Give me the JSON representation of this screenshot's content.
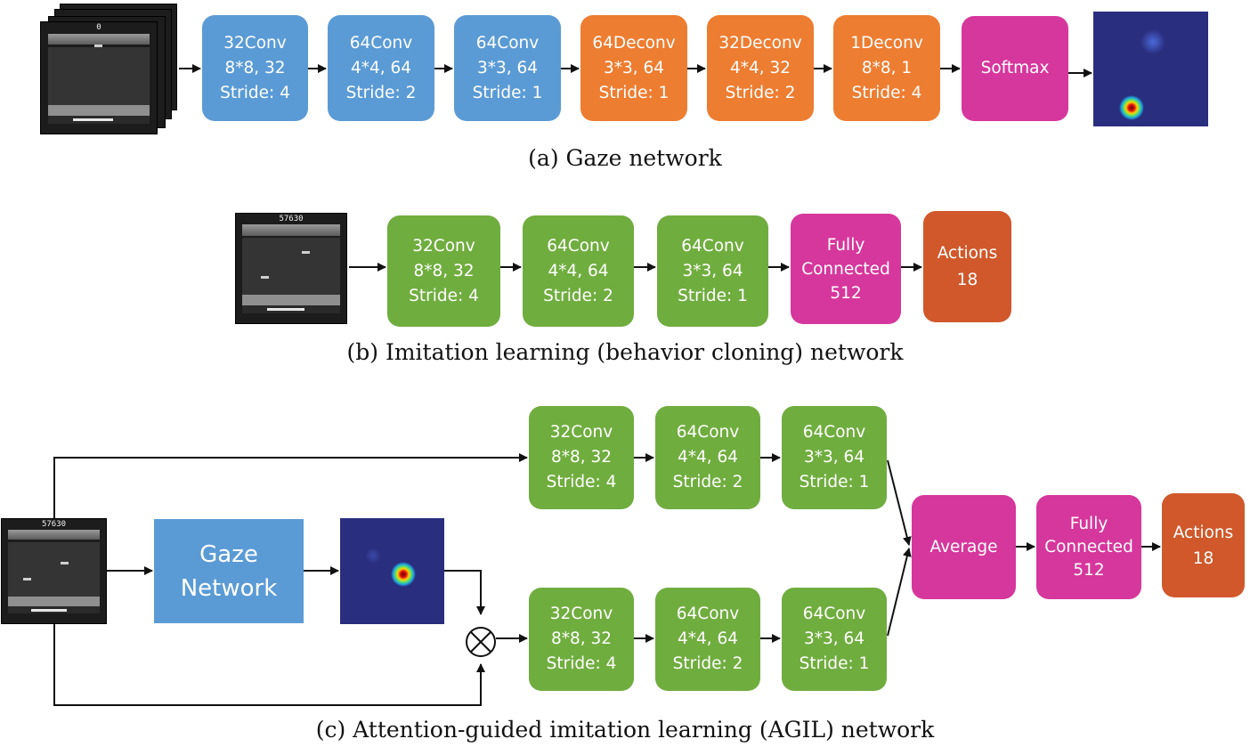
{
  "gaze_network": {
    "blocks": [
      {
        "l1": "32Conv",
        "l2": "8*8, 32",
        "l3": "Stride: 4"
      },
      {
        "l1": "64Conv",
        "l2": "4*4, 64",
        "l3": "Stride: 2"
      },
      {
        "l1": "64Conv",
        "l2": "3*3, 64",
        "l3": "Stride: 1"
      },
      {
        "l1": "64Deconv",
        "l2": "3*3, 64",
        "l3": "Stride: 1"
      },
      {
        "l1": "32Deconv",
        "l2": "4*4, 32",
        "l3": "Stride: 2"
      },
      {
        "l1": "1Deconv",
        "l2": "8*8, 1",
        "l3": "Stride: 4"
      }
    ],
    "softmax": "Softmax",
    "score": "0",
    "caption": "(a) Gaze network"
  },
  "imitation_network": {
    "blocks": [
      {
        "l1": "32Conv",
        "l2": "8*8, 32",
        "l3": "Stride: 4"
      },
      {
        "l1": "64Conv",
        "l2": "4*4, 64",
        "l3": "Stride: 2"
      },
      {
        "l1": "64Conv",
        "l2": "3*3, 64",
        "l3": "Stride: 1"
      }
    ],
    "fc": {
      "l1": "Fully",
      "l2": "Connected",
      "l3": "512"
    },
    "actions": {
      "l1": "Actions",
      "l2": "18"
    },
    "score": "57630",
    "caption": "(b) Imitation learning (behavior cloning) network"
  },
  "agil_network": {
    "top_blocks": [
      {
        "l1": "32Conv",
        "l2": "8*8, 32",
        "l3": "Stride: 4"
      },
      {
        "l1": "64Conv",
        "l2": "4*4, 64",
        "l3": "Stride: 2"
      },
      {
        "l1": "64Conv",
        "l2": "3*3, 64",
        "l3": "Stride: 1"
      }
    ],
    "bottom_blocks": [
      {
        "l1": "32Conv",
        "l2": "8*8, 32",
        "l3": "Stride: 4"
      },
      {
        "l1": "64Conv",
        "l2": "4*4, 64",
        "l3": "Stride: 2"
      },
      {
        "l1": "64Conv",
        "l2": "3*3, 64",
        "l3": "Stride: 1"
      }
    ],
    "gaze": {
      "l1": "Gaze",
      "l2": "Network"
    },
    "average": "Average",
    "fc": {
      "l1": "Fully",
      "l2": "Connected",
      "l3": "512"
    },
    "actions": {
      "l1": "Actions",
      "l2": "18"
    },
    "score": "57630",
    "caption": "(c) Attention-guided imitation learning (AGIL) network"
  },
  "colors": {
    "conv_blue": "#5b9bd5",
    "deconv_orange": "#ed7d31",
    "softmax_magenta": "#d6379c",
    "conv_green": "#70ad3f",
    "actions_rust": "#d0582a",
    "heatmap_bg": "#2a2e7e"
  }
}
